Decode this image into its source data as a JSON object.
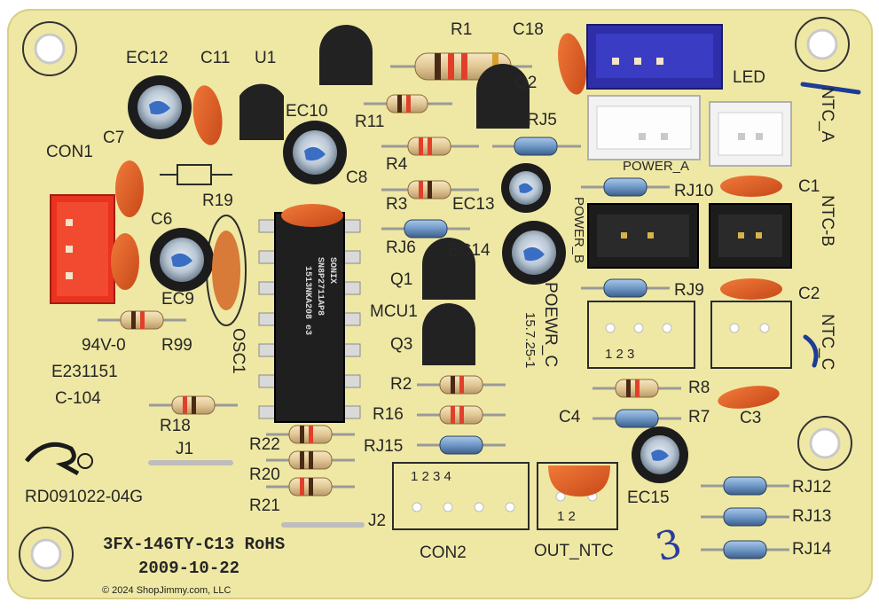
{
  "board": {
    "designators": {
      "ec12": "EC12",
      "c11": "C11",
      "u1": "U1",
      "c7": "C7",
      "ec10": "EC10",
      "con1": "CON1",
      "r19": "R19",
      "c8": "C8",
      "c6": "C6",
      "ec9": "EC9",
      "osc1": "OSC1",
      "r99": "R99",
      "r1": "R1",
      "c18": "C18",
      "q2": "Q2",
      "led": "LED",
      "r11": "R11",
      "rj5": "RJ5",
      "r4": "R4",
      "r3": "R3",
      "ec13": "EC13",
      "rj6": "RJ6",
      "ec14": "EC14",
      "q1": "Q1",
      "mcu1": "MCU1",
      "q3": "Q3",
      "r2": "R2",
      "r16": "R16",
      "rj15": "RJ15",
      "r18": "R18",
      "j1": "J1",
      "r22": "R22",
      "r20": "R20",
      "r21": "R21",
      "j2": "J2",
      "con2": "CON2",
      "out_ntc": "OUT_NTC",
      "ec15": "EC15",
      "power_a": "POWER_A",
      "power_b": "POWER_B",
      "rj10": "RJ10",
      "c1": "C1",
      "ntc_a": "NTC_A",
      "ntc_b": "NTC-B",
      "rj9": "RJ9",
      "c2": "C2",
      "ntc_c": "NTC_C",
      "r8": "R8",
      "r7": "R7",
      "c3": "C3",
      "c4": "C4",
      "rj12": "RJ12",
      "rj13": "RJ13",
      "rj14": "RJ14",
      "poewr_c": "POEWR_C"
    },
    "markings": {
      "ul_rating": "94V-0",
      "ul_file": "E231151",
      "code_104": "C-104",
      "part_number": "RD091022-04G",
      "model": "3FX-146TY-C13 RoHS",
      "date": "2009-10-22",
      "date_stamp": "15.7.25-1",
      "chip_brand": "SONIX",
      "chip_model": "SN8P2711AP8",
      "chip_code": "1513NKA208 e3",
      "con2_pins": "1 2 3 4",
      "out_ntc_pins": "1 2",
      "ntc_pins": "1 2 3"
    },
    "handwriting": {
      "mark_3": "3"
    }
  },
  "copyright": "© 2024 ShopJimmy.com, LLC"
}
